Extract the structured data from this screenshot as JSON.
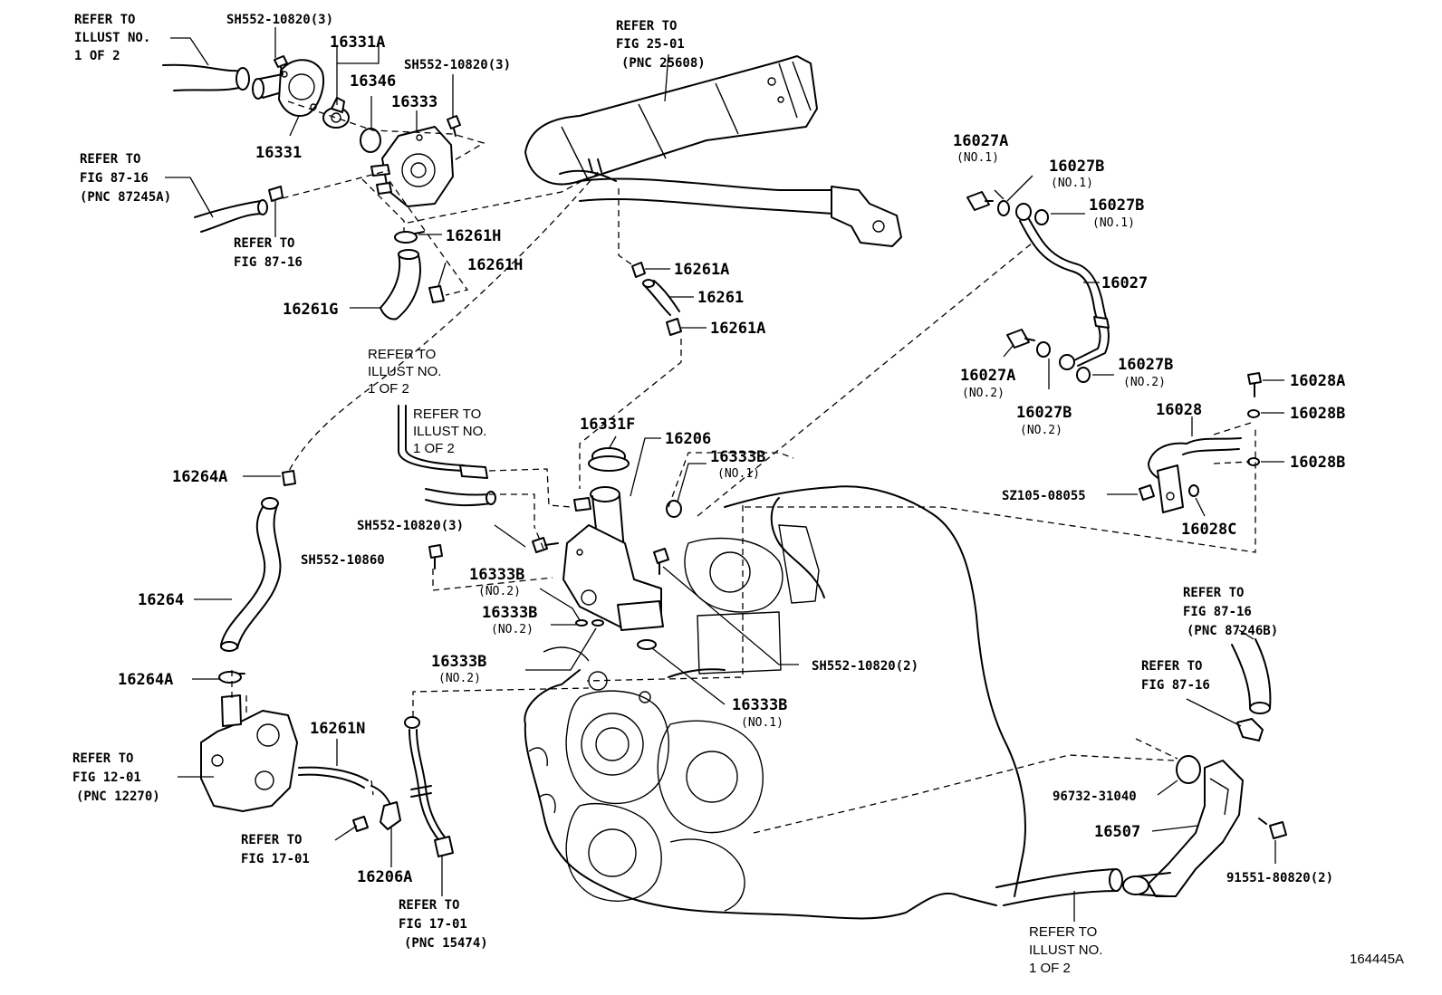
{
  "labels": {
    "ref_top_left": [
      "REFER TO",
      "ILLUST NO.",
      "1 OF 2"
    ],
    "sh552_10820_3_a": "SH552-10820(3)",
    "p16331A": "16331A",
    "p16346": "16346",
    "sh552_10820_3_b": "SH552-10820(3)",
    "p16333": "16333",
    "p16331": "16331",
    "ref_fig87_16_a": [
      "REFER TO",
      "FIG 87-16",
      "(PNC 87245A)"
    ],
    "ref_fig87_16_b": [
      "REFER TO",
      "FIG 87-16"
    ],
    "p16261H_a": "16261H",
    "p16261H_b": "16261H",
    "p16261G": "16261G",
    "ref_fig25_01": [
      "REFER TO",
      "FIG 25-01",
      "(PNC 25608)"
    ],
    "p16261A_a": "16261A",
    "p16261": "16261",
    "p16261A_b": "16261A",
    "p16027A_1": "16027A",
    "p16027A_1_sub": "(NO.1)",
    "p16027B_1a": "16027B",
    "p16027B_1a_sub": "(NO.1)",
    "p16027B_1b": "16027B",
    "p16027B_1b_sub": "(NO.1)",
    "p16027": "16027",
    "p16027A_2": "16027A",
    "p16027A_2_sub": "(NO.2)",
    "p16027B_2a": "16027B",
    "p16027B_2a_sub": "(NO.2)",
    "p16027B_2b": "16027B",
    "p16027B_2b_sub": "(NO.2)",
    "p16028A": "16028A",
    "p16028": "16028",
    "p16028B_a": "16028B",
    "p16028B_b": "16028B",
    "sz105_08055": "SZ105-08055",
    "p16028C": "16028C",
    "ref_illust_mid_a": [
      "REFER TO",
      "ILLUST NO.",
      "1 OF 2"
    ],
    "ref_illust_mid_b": [
      "REFER TO",
      "ILLUST NO.",
      "1 OF 2"
    ],
    "p16331F": "16331F",
    "p16206": "16206",
    "p16333B_1a": "16333B",
    "p16333B_1a_sub": "(NO.1)",
    "p16264A_a": "16264A",
    "sh552_10820_3_c": "SH552-10820(3)",
    "sh552_10860": "SH552-10860",
    "p16333B_2a": "16333B",
    "p16333B_2a_sub": "(NO.2)",
    "p16333B_2b": "16333B",
    "p16333B_2b_sub": "(NO.2)",
    "p16333B_2c": "16333B",
    "p16333B_2c_sub": "(NO.2)",
    "p16264": "16264",
    "sh552_10820_2": "SH552-10820(2)",
    "p16333B_1b": "16333B",
    "p16333B_1b_sub": "(NO.1)",
    "p16264A_b": "16264A",
    "ref_fig87_16_c": [
      "REFER TO",
      "FIG 87-16",
      "(PNC 87246B)"
    ],
    "ref_fig87_16_d": [
      "REFER TO",
      "FIG 87-16"
    ],
    "ref_fig12_01": [
      "REFER TO",
      "FIG 12-01",
      "(PNC 12270)"
    ],
    "p16261N": "16261N",
    "ref_fig17_01_a": [
      "REFER TO",
      "FIG 17-01"
    ],
    "p16206A": "16206A",
    "ref_fig17_01_b": [
      "REFER TO",
      "FIG 17-01",
      "(PNC 15474)"
    ],
    "p96732_31040": "96732-31040",
    "p16507": "16507",
    "p91551_80820_2": "91551-80820(2)",
    "ref_illust_bottom": [
      "REFER TO",
      "ILLUST NO.",
      "1 OF 2"
    ],
    "illustration_id": "164445A"
  }
}
